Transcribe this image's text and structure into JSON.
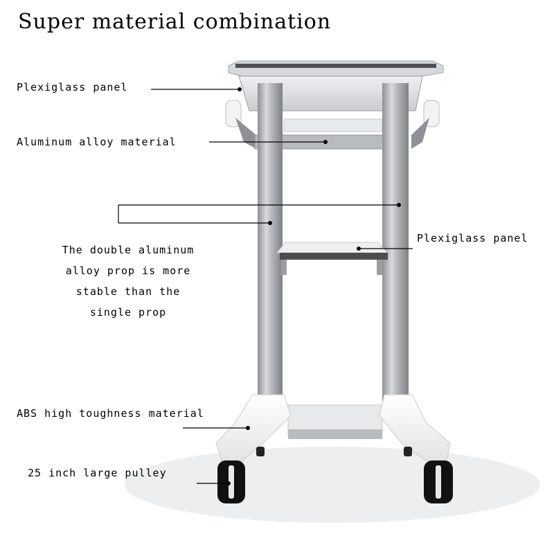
{
  "title": "Super material combination",
  "callouts": {
    "top_panel": "Plexiglass panel",
    "aluminum": "Aluminum alloy material",
    "double_prop": [
      "The double aluminum",
      "alloy prop is more",
      "stable than the",
      "single prop"
    ],
    "mid_panel": "Plexiglass panel",
    "abs": "ABS high toughness material",
    "pulley": "25 inch large pulley"
  },
  "colors": {
    "aluminum": "#a9abae",
    "plastic": "#f4f4f4",
    "glass": "#d9dcdf",
    "wheel": "#111111",
    "line": "#000000"
  }
}
